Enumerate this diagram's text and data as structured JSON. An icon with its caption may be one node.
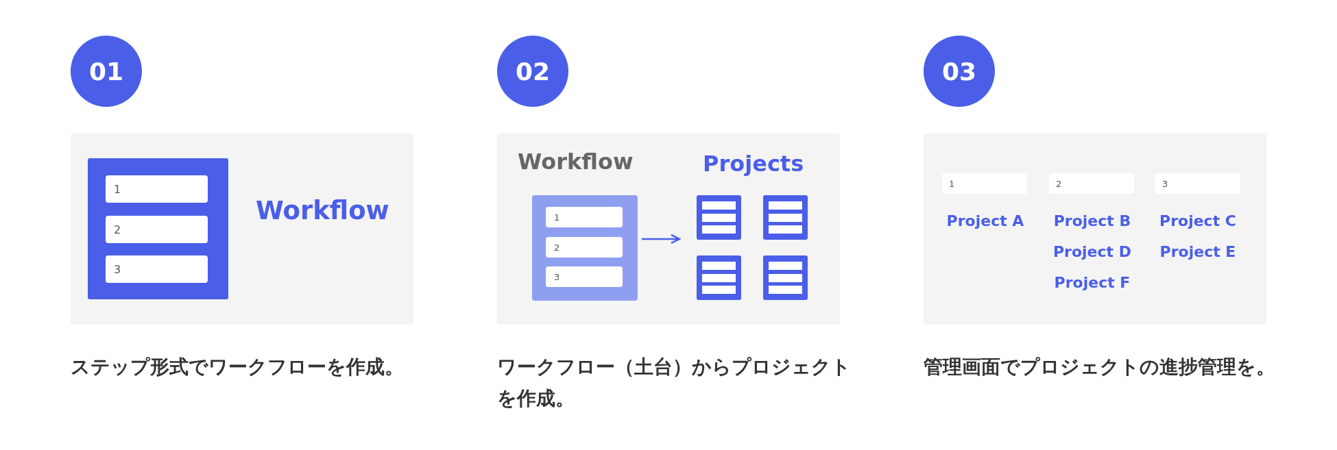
{
  "diagram": {
    "nodes": [
      {
        "text": [
          "01"
        ]
      },
      {
        "text": [],
        "shape": "box",
        "beside": [
          "ステップ形式でワークフローを作成。"
        ]
      },
      {
        "text": [],
        "shape": "box",
        "in": 1
      },
      {
        "text": [
          "1"
        ],
        "in": 2
      },
      {
        "text": [
          "2"
        ],
        "in": 2
      },
      {
        "text": [
          "3"
        ],
        "in": 2
      },
      {
        "text": [
          "02"
        ]
      },
      {
        "text": [],
        "shape": "box",
        "beside": [
          "ワークフロー（土台）からプロジェクトを作成。"
        ]
      },
      {
        "text": [
          "Workflow"
        ],
        "in": 7
      },
      {
        "text": [
          "1"
        ],
        "in": 8
      },
      {
        "text": [
          "2"
        ],
        "in": 8
      },
      {
        "text": [
          "3"
        ],
        "in": 8
      },
      {
        "text": [
          "Projects"
        ],
        "in": 7
      },
      {
        "text": [],
        "shape": "box",
        "in": 12
      },
      {
        "text": [],
        "shape": "box",
        "in": 12
      },
      {
        "text": [],
        "shape": "box",
        "in": 12
      },
      {
        "text": [],
        "shape": "box",
        "in": 12
      },
      {
        "text": [
          "03"
        ]
      },
      {
        "text": [],
        "shape": "box",
        "beside": [
          "管理画面でプロジェクトの進捗管理を。"
        ]
      },
      {
        "text": [
          "1"
        ],
        "in": 18
      },
      {
        "text": [
          "2"
        ],
        "in": 18
      },
      {
        "text": [
          "3"
        ],
        "in": 18
      }
    ],
    "edges": [
      {
        "from": 8,
        "to": 12,
        "arrow": "to"
      }
    ],
    "labels": [
      "Workflow",
      "Project A",
      "Project B",
      "Project C",
      "Project D",
      "Project E",
      "Project F"
    ]
  }
}
